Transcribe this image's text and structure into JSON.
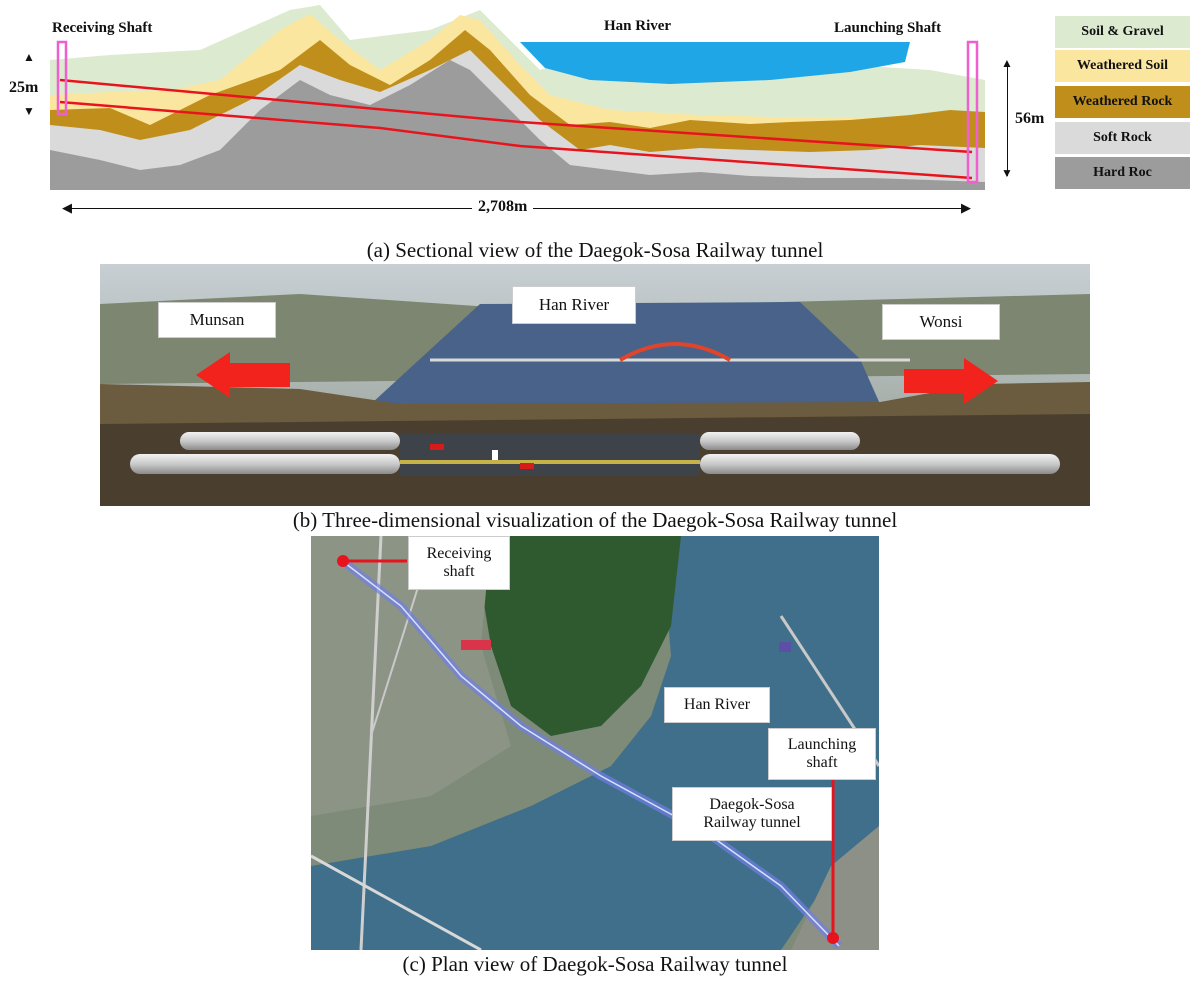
{
  "section": {
    "receiving_label": "Receiving Shaft",
    "river_label": "Han River",
    "launching_label": "Launching  Shaft",
    "depth_left": "25m",
    "depth_right": "56m",
    "length": "2,708m",
    "legend": [
      {
        "label": "Soil & Gravel",
        "color": "#dcebd0"
      },
      {
        "label": "Weathered Soil",
        "color": "#fbe6a0"
      },
      {
        "label": "Weathered Rock",
        "color": "#c08f1b"
      },
      {
        "label": "Soft Rock",
        "color": "#dadada"
      },
      {
        "label": "Hard Roc",
        "color": "#9c9c9c"
      }
    ],
    "colors": {
      "river": "#1fa6e6",
      "tunnel": "#e8141d",
      "shaft": "#ee5fd0"
    }
  },
  "visual3d": {
    "left_label": "Munsan",
    "center_label": "Han River",
    "right_label": "Wonsi"
  },
  "plan": {
    "receiving_label": "Receiving\nshaft",
    "river_label": "Han River",
    "launching_label": "Launching\nshaft",
    "tunnel_label": "Daegok-Sosa\nRailway tunnel"
  },
  "captions": {
    "a": "(a) Sectional view of the Daegok-Sosa Railway tunnel",
    "b": "(b) Three-dimensional visualization of the Daegok-Sosa Railway tunnel",
    "c": "(c) Plan view of Daegok-Sosa Railway tunnel"
  }
}
